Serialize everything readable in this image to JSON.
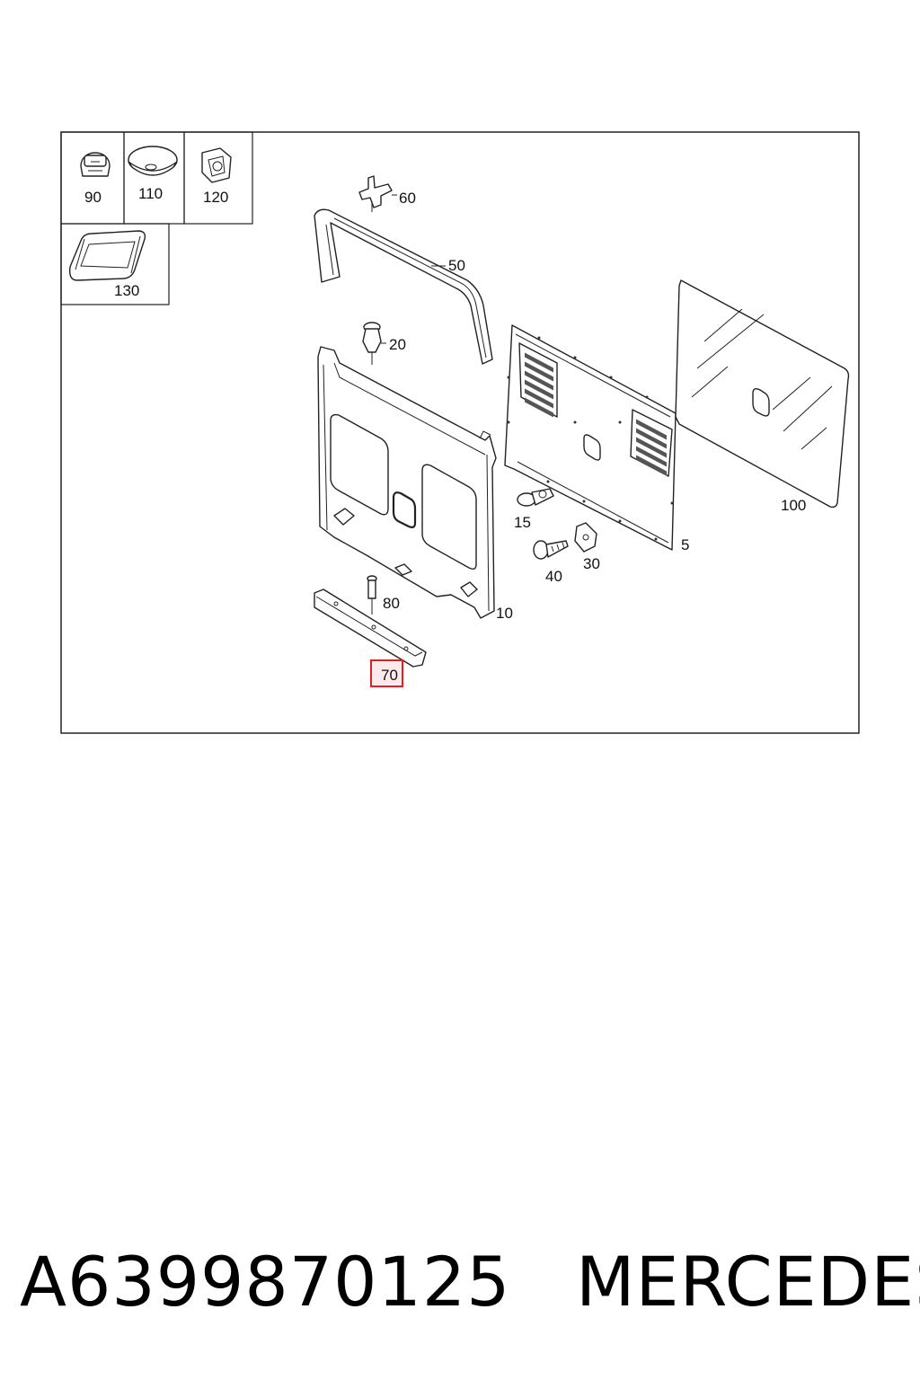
{
  "callouts": {
    "c5": "5",
    "c10": "10",
    "c15": "15",
    "c20": "20",
    "c30": "30",
    "c40": "40",
    "c50": "50",
    "c60": "60",
    "c70": "70",
    "c80": "80",
    "c90": "90",
    "c100": "100",
    "c110": "110",
    "c120": "120",
    "c130": "130"
  },
  "highlighted_callout": "70",
  "highlight_color": "#e02020",
  "footer": {
    "part_number": "A6399870125",
    "brand": "MERCEDES"
  }
}
